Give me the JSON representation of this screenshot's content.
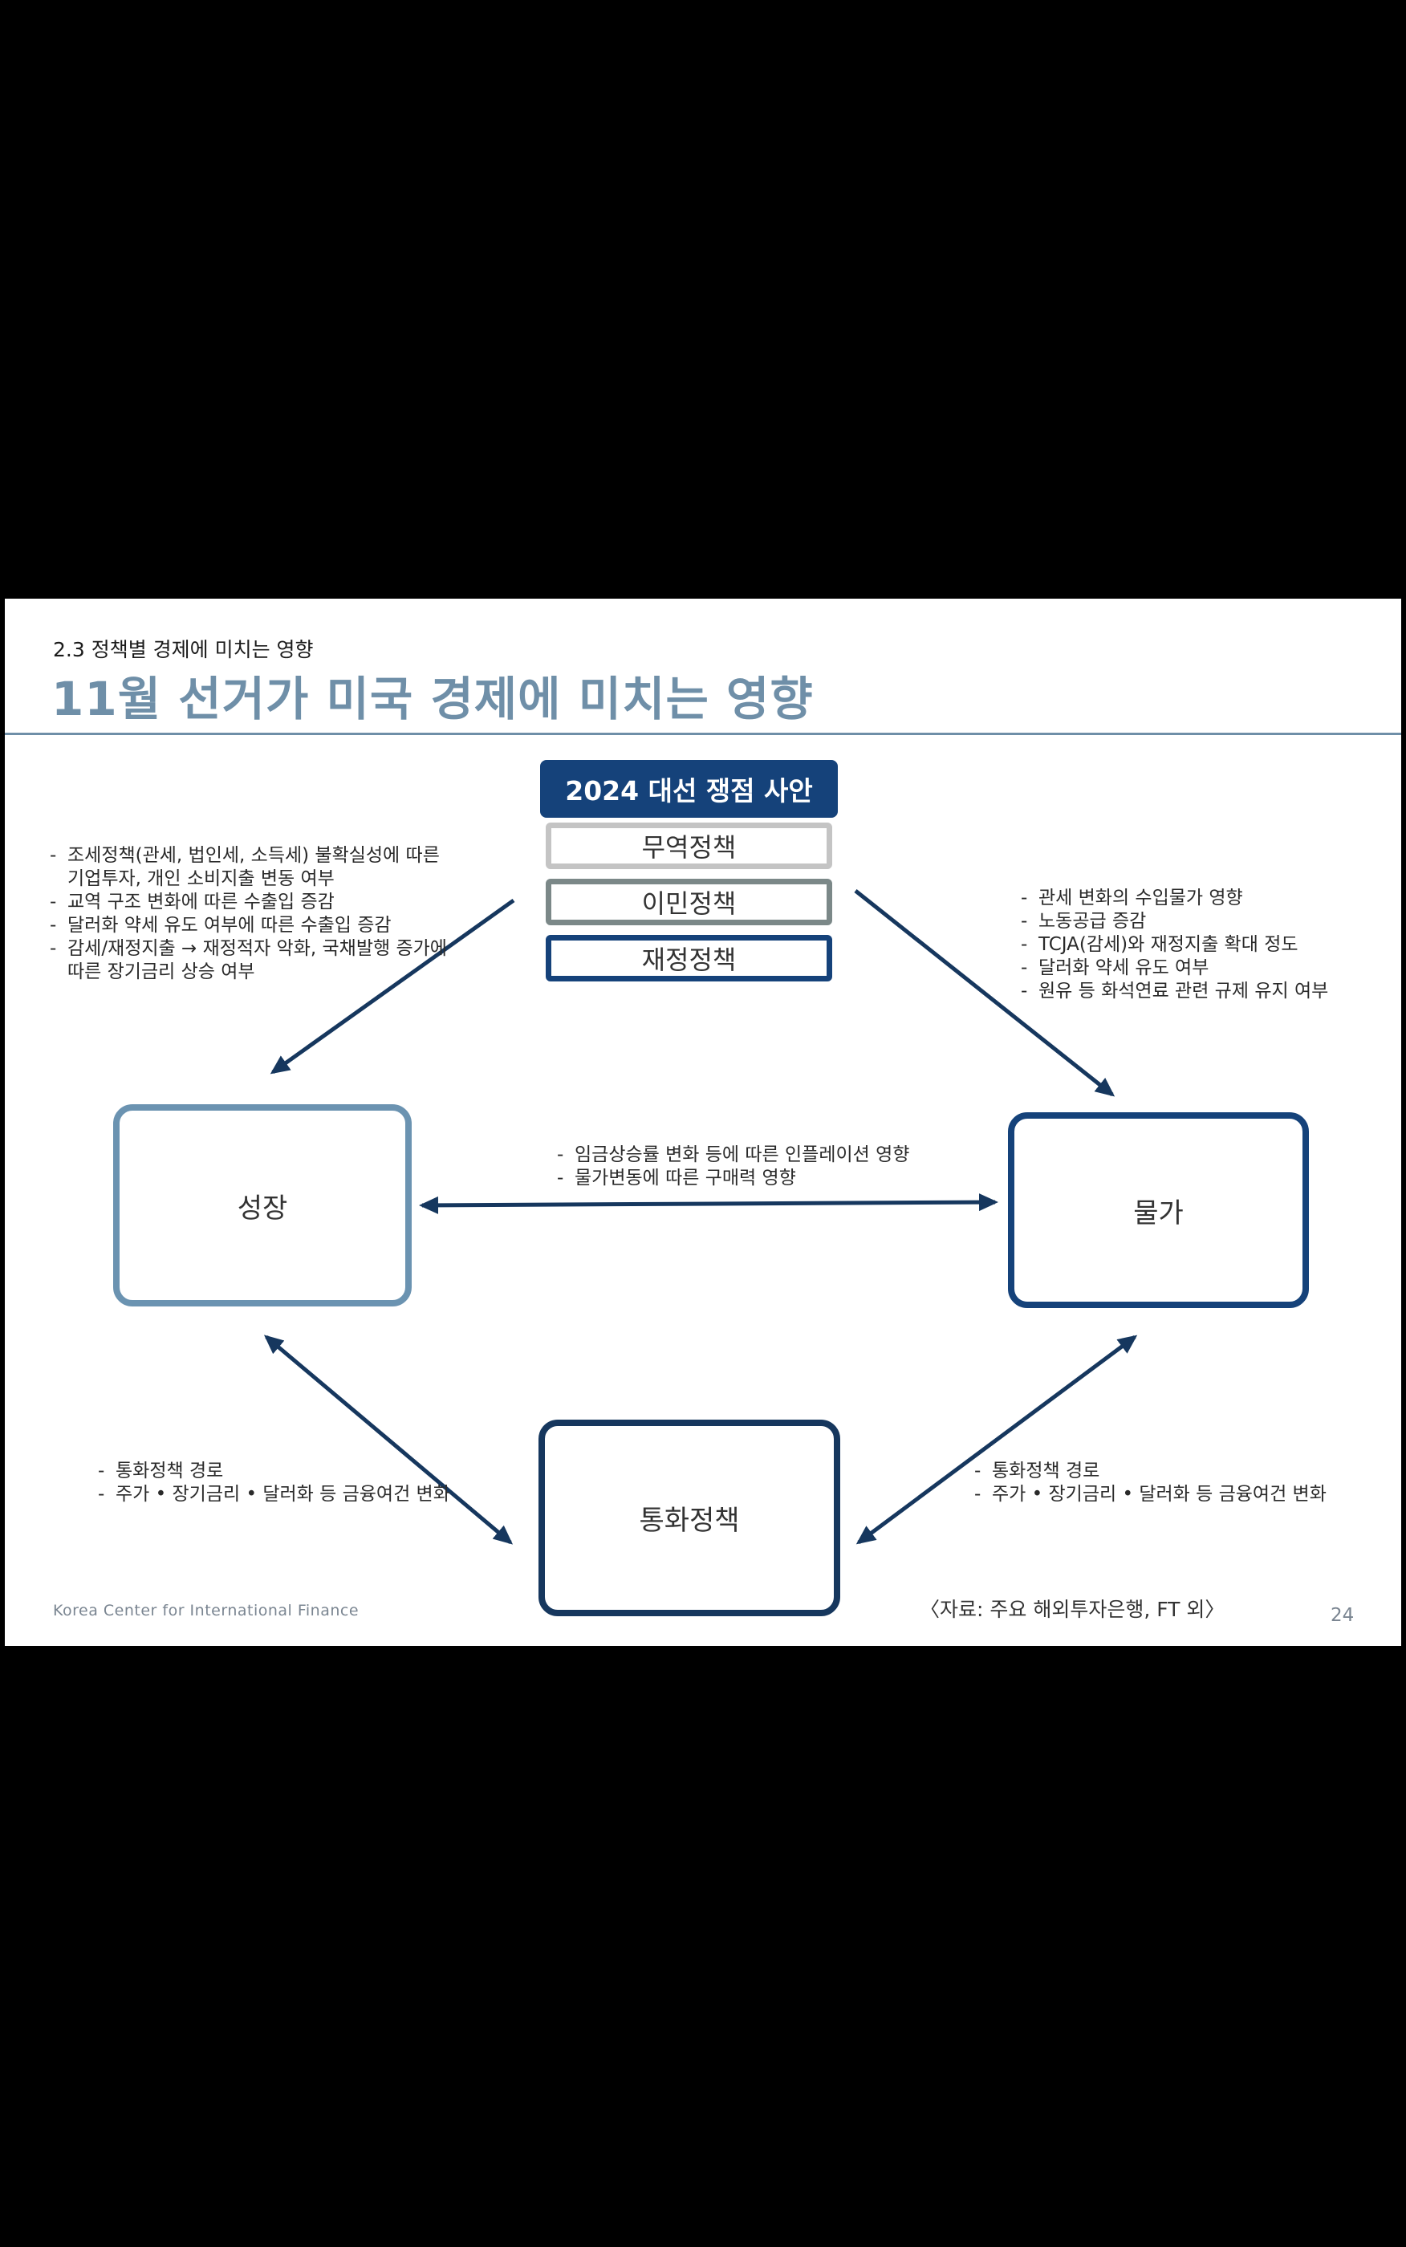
{
  "header": {
    "section": "2.3 정책별 경제에 미치는 영향",
    "title": "11월 선거가 미국 경제에 미치는 영향"
  },
  "issues": {
    "header": "2024 대선 쟁점 사안",
    "items": [
      "무역정책",
      "이민정책",
      "재정정책"
    ]
  },
  "nodes": {
    "growth": "성장",
    "price": "물가",
    "monetary": "통화정책"
  },
  "annotations": {
    "growth": [
      "조세정책(관세, 법인세, 소득세) 불확실성에 따른",
      "기업투자, 개인 소비지출 변동 여부",
      "교역 구조 변화에 따른 수출입 증감",
      "달러화 약세 유도 여부에 따른 수출입 증감",
      "감세/재정지출 → 재정적자 악화, 국채발행 증가에",
      "따른 장기금리 상승 여부"
    ],
    "price": [
      "관세 변화의 수입물가 영향",
      "노동공급 증감",
      "TCJA(감세)와 재정지출 확대 정도",
      "달러화 약세 유도 여부",
      "원유 등 화석연료 관련 규제 유지 여부"
    ],
    "growth_price": [
      "임금상승률 변화 등에 따른 인플레이션 영향",
      "물가변동에 따른 구매력 영향"
    ],
    "growth_monetary": [
      "통화정책 경로",
      "주가 • 장기금리  • 달러화 등 금융여건 변화"
    ],
    "price_monetary": [
      "통화정책 경로",
      "주가 • 장기금리  • 달러화 등 금융여건 변화"
    ]
  },
  "footer": {
    "org": "Korea Center for International Finance",
    "source": "〈자료: 주요 해외투자은행, FT 외〉",
    "page": "24"
  },
  "colors": {
    "title": "#6f8fa8",
    "navy": "#15427a",
    "steel_blue": "#6b93b1",
    "gray_light": "#c4c4c4",
    "gray_dark": "#7b8888",
    "arrow": "#16375e"
  }
}
